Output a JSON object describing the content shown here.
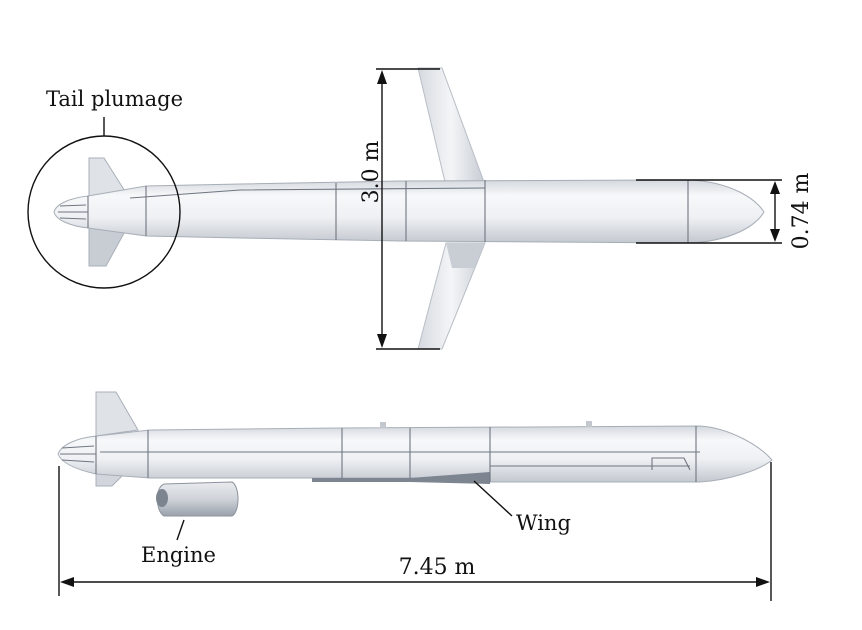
{
  "labels": {
    "tail_plumage": "Tail plumage",
    "engine": "Engine",
    "wing": "Wing"
  },
  "dimensions": {
    "wingspan": "3.0 m",
    "diameter": "0.74 m",
    "length": "7.45 m"
  },
  "colors": {
    "body_light": "#f2f4f7",
    "body_mid": "#d9dde3",
    "body_shadow": "#b9bfc8",
    "line": "#111111"
  }
}
